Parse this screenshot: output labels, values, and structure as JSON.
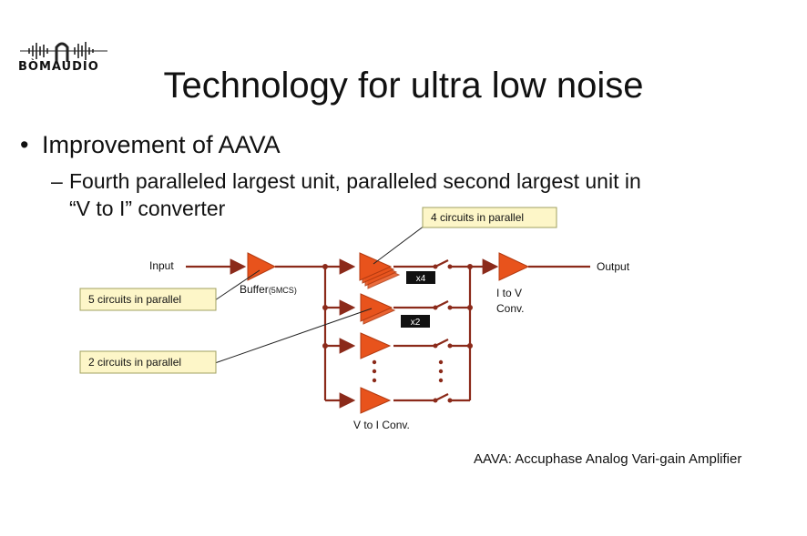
{
  "logo": {
    "text": "BÒMAUDIO"
  },
  "slide": {
    "title": "Technology for ultra low noise",
    "bullet_1": "Improvement of AAVA",
    "bullet_2_line_1": "Fourth paralleled largest unit, paralleled second largest unit in",
    "bullet_2_line_2": "“V to I” converter"
  },
  "diagram": {
    "input_label": "Input",
    "output_label": "Output",
    "buffer_label": "Buffer",
    "buffer_sub": "(5MCS)",
    "itov_line_1": "I to V",
    "itov_line_2": "Conv.",
    "vtoi_label": "V to I Conv.",
    "tag_x4": "x4",
    "tag_x2": "x2",
    "callout_4": "4 circuits in parallel",
    "callout_5": "5 circuits in parallel",
    "callout_2": "2 circuits in parallel"
  },
  "colors": {
    "wire": "#8b2a1a",
    "amp": "#e8531c",
    "callout_bg": "#fdf6c8",
    "callout_border": "#a0a060"
  },
  "footnote": "AAVA: Accuphase Analog Vari-gain Amplifier"
}
